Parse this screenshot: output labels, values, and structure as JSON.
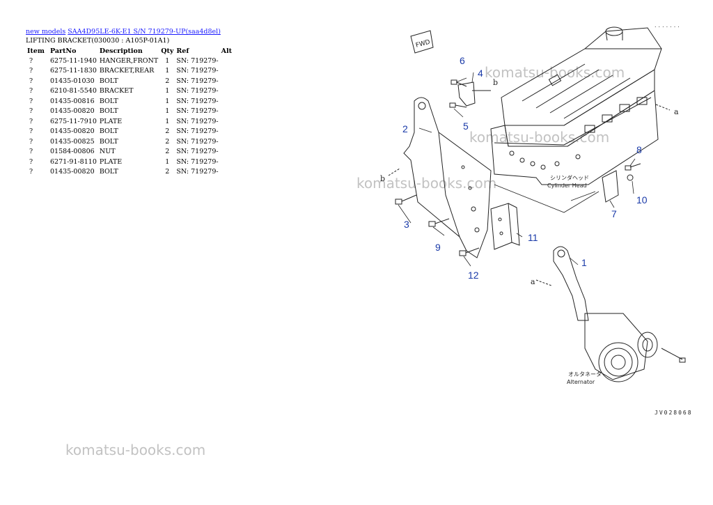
{
  "breadcrumb": {
    "root_label": "new models",
    "model_label": "SAA4D95LE-6K-E1 S/N 719279-UP(saa4d8el)"
  },
  "subtitle": "LIFTING BRACKET(030030 : A105P-01A1)",
  "table": {
    "headers": [
      "Item",
      "PartNo",
      "Description",
      "Qty",
      "Ref",
      "Alt"
    ],
    "rows": [
      {
        "item": "?",
        "part": "6275-11-1940",
        "desc": "HANGER,FRONT",
        "qty": "1",
        "ref": "SN: 719279-"
      },
      {
        "item": "?",
        "part": "6275-11-1830",
        "desc": "BRACKET,REAR",
        "qty": "1",
        "ref": "SN: 719279-"
      },
      {
        "item": "?",
        "part": "01435-01030",
        "desc": "BOLT",
        "qty": "2",
        "ref": "SN: 719279-"
      },
      {
        "item": "?",
        "part": "6210-81-5540",
        "desc": "BRACKET",
        "qty": "1",
        "ref": "SN: 719279-"
      },
      {
        "item": "?",
        "part": "01435-00816",
        "desc": "BOLT",
        "qty": "1",
        "ref": "SN: 719279-"
      },
      {
        "item": "?",
        "part": "01435-00820",
        "desc": "BOLT",
        "qty": "1",
        "ref": "SN: 719279-"
      },
      {
        "item": "?",
        "part": "6275-11-7910",
        "desc": "PLATE",
        "qty": "1",
        "ref": "SN: 719279-"
      },
      {
        "item": "?",
        "part": "01435-00820",
        "desc": "BOLT",
        "qty": "2",
        "ref": "SN: 719279-"
      },
      {
        "item": "?",
        "part": "01435-00825",
        "desc": "BOLT",
        "qty": "2",
        "ref": "SN: 719279-"
      },
      {
        "item": "?",
        "part": "01584-00806",
        "desc": "NUT",
        "qty": "2",
        "ref": "SN: 719279-"
      },
      {
        "item": "?",
        "part": "6271-91-8110",
        "desc": "PLATE",
        "qty": "1",
        "ref": "SN: 719279-"
      },
      {
        "item": "?",
        "part": "01435-00820",
        "desc": "BOLT",
        "qty": "2",
        "ref": "SN: 719279-"
      }
    ]
  },
  "watermark": "komatsu-books.com",
  "diagram": {
    "callouts": [
      "1",
      "2",
      "3",
      "4",
      "5",
      "6",
      "7",
      "8",
      "9",
      "10",
      "11",
      "12"
    ],
    "cylinder_head_jp": "シリンダヘッド",
    "cylinder_head_en": "Cylinder Head",
    "alternator_jp": "オルタネータ",
    "alternator_en": "Alternator",
    "fwd_label": "FWD",
    "ref_a": "a",
    "ref_b": "b",
    "drawing_code": "JV028068",
    "corner_mark": "......."
  }
}
